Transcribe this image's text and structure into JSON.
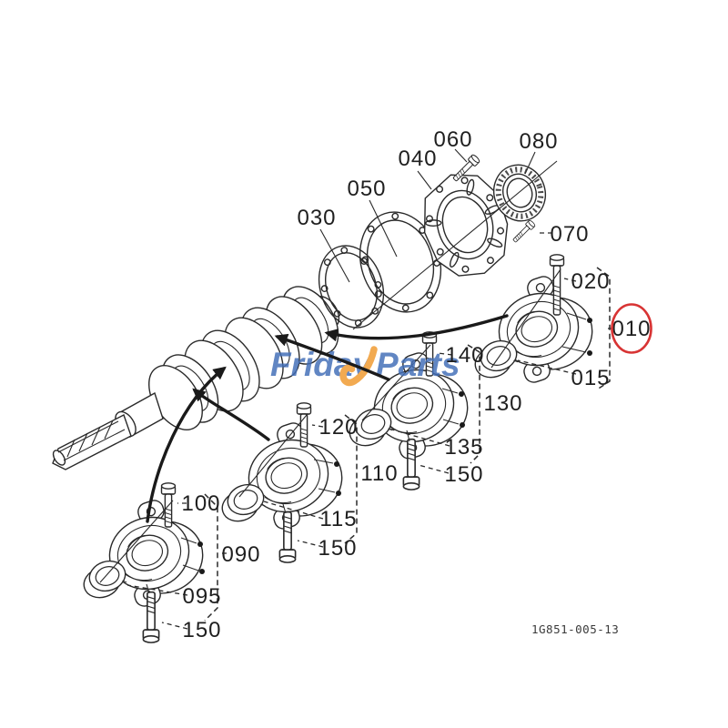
{
  "drawing_code": "1G851-005-13",
  "watermark": {
    "word1": "Friday",
    "word2": "Parts",
    "swoosh_icon": "orange-swoosh",
    "blue": "#436fb8",
    "orange": "#f09a30"
  },
  "highlight": {
    "part": "010",
    "color": "#d83434"
  },
  "colors": {
    "line_art": "#2a2a2a",
    "label_text": "#1f1f1f",
    "background": "#ffffff"
  },
  "labels": [
    {
      "id": "030",
      "text": "030"
    },
    {
      "id": "050",
      "text": "050"
    },
    {
      "id": "040",
      "text": "040"
    },
    {
      "id": "060",
      "text": "060"
    },
    {
      "id": "080",
      "text": "080"
    },
    {
      "id": "070",
      "text": "070"
    },
    {
      "id": "020",
      "text": "020"
    },
    {
      "id": "010",
      "text": "010"
    },
    {
      "id": "015",
      "text": "015"
    },
    {
      "id": "130",
      "text": "130"
    },
    {
      "id": "140",
      "text": "140"
    },
    {
      "id": "135",
      "text": "135"
    },
    {
      "id": "150-right",
      "text": "150"
    },
    {
      "id": "110",
      "text": "110"
    },
    {
      "id": "120",
      "text": "120"
    },
    {
      "id": "115",
      "text": "115"
    },
    {
      "id": "150-middle",
      "text": "150"
    },
    {
      "id": "100",
      "text": "100"
    },
    {
      "id": "090",
      "text": "090"
    },
    {
      "id": "095",
      "text": "095"
    },
    {
      "id": "150-left",
      "text": "150"
    }
  ]
}
